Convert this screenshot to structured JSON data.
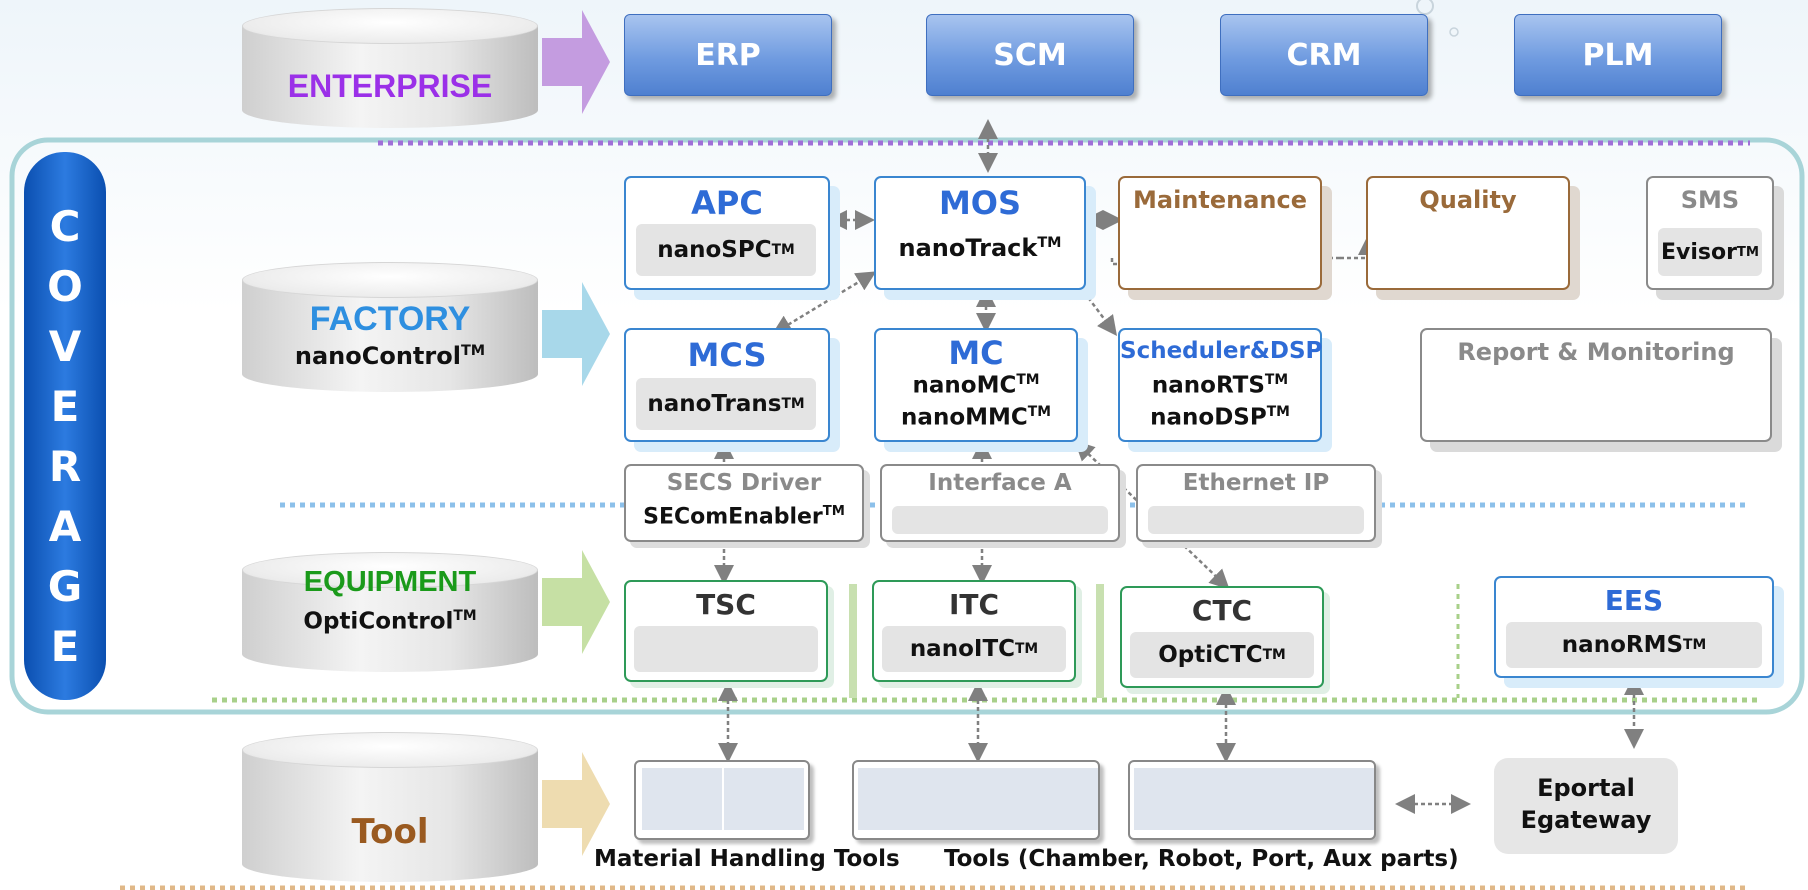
{
  "enterprise": {
    "label": "ENTERPRISE",
    "systems": [
      "ERP",
      "SCM",
      "CRM",
      "PLM"
    ]
  },
  "factory": {
    "label": "FACTORY",
    "product": "nanoControl",
    "tm": "TM"
  },
  "equipment": {
    "label": "EQUIPMENT",
    "product": "OptiControl",
    "tm": "TM"
  },
  "tool": {
    "label": "Tool"
  },
  "coverage": {
    "letters": [
      "C",
      "O",
      "V",
      "E",
      "R",
      "A",
      "G",
      "E"
    ]
  },
  "tm": "TM",
  "apc": {
    "title": "APC",
    "product": "nanoSPC"
  },
  "mos": {
    "title": "MOS",
    "product": "nanoTrack"
  },
  "maintenance": {
    "title": "Maintenance"
  },
  "quality": {
    "title": "Quality"
  },
  "sms": {
    "title": "SMS",
    "product": "Evisor"
  },
  "mcs": {
    "title": "MCS",
    "product": "nanoTrans"
  },
  "mc": {
    "title": "MC",
    "product1": "nanoMC",
    "product2": "nanoMMC"
  },
  "scheduler": {
    "title": "Scheduler&DSP",
    "product1": "nanoRTS",
    "product2": "nanoDSP"
  },
  "report": {
    "title": "Report & Monitoring"
  },
  "secs": {
    "title": "SECS Driver",
    "product": "SEComEnabler"
  },
  "interface_a": {
    "title": "Interface A"
  },
  "ethernet": {
    "title": "Ethernet IP"
  },
  "tsc": {
    "title": "TSC"
  },
  "itc": {
    "title": "ITC",
    "product": "nanoITC"
  },
  "ctc": {
    "title": "CTC",
    "product": "OptiCTC"
  },
  "ees": {
    "title": "EES",
    "product": "nanoRMS"
  },
  "eportal": {
    "line1": "Eportal",
    "line2": "Egateway"
  },
  "captions": {
    "material": "Material Handling Tools",
    "tools": "Tools (Chamber, Robot, Port, Aux parts)"
  },
  "colors": {
    "enterprise": "#9b30e8",
    "factory": "#2e8fe0",
    "equipment": "#1a9a1a",
    "tool": "#9a5a20",
    "blue": "#2e6bd6",
    "brown": "#9a6a3a",
    "gray": "#8a8a8a"
  }
}
